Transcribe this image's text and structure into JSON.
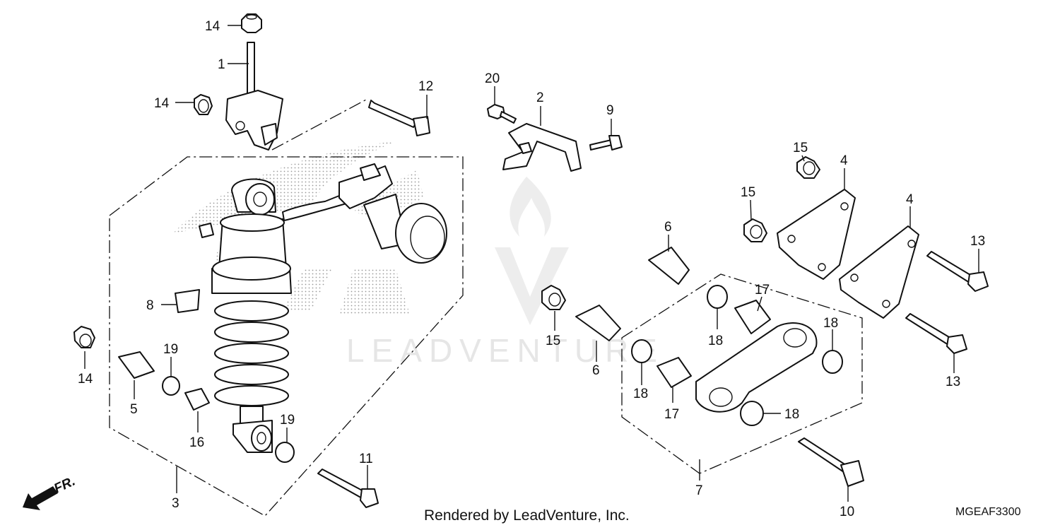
{
  "watermark": {
    "text": "LEADVENTURE"
  },
  "footer": {
    "credit": "Rendered by LeadVenture, Inc.",
    "code": "MGEAF3300"
  },
  "direction_label": "FR.",
  "callouts": [
    {
      "id": "c1",
      "label": "1"
    },
    {
      "id": "c2",
      "label": "2"
    },
    {
      "id": "c3",
      "label": "3"
    },
    {
      "id": "c4a",
      "label": "4"
    },
    {
      "id": "c4b",
      "label": "4"
    },
    {
      "id": "c5",
      "label": "5"
    },
    {
      "id": "c6a",
      "label": "6"
    },
    {
      "id": "c6b",
      "label": "6"
    },
    {
      "id": "c7",
      "label": "7"
    },
    {
      "id": "c8",
      "label": "8"
    },
    {
      "id": "c9",
      "label": "9"
    },
    {
      "id": "c10",
      "label": "10"
    },
    {
      "id": "c11",
      "label": "11"
    },
    {
      "id": "c12",
      "label": "12"
    },
    {
      "id": "c13a",
      "label": "13"
    },
    {
      "id": "c13b",
      "label": "13"
    },
    {
      "id": "c14a",
      "label": "14"
    },
    {
      "id": "c14b",
      "label": "14"
    },
    {
      "id": "c14c",
      "label": "14"
    },
    {
      "id": "c15a",
      "label": "15"
    },
    {
      "id": "c15b",
      "label": "15"
    },
    {
      "id": "c15c",
      "label": "15"
    },
    {
      "id": "c16",
      "label": "16"
    },
    {
      "id": "c17a",
      "label": "17"
    },
    {
      "id": "c17b",
      "label": "17"
    },
    {
      "id": "c18a",
      "label": "18"
    },
    {
      "id": "c18b",
      "label": "18"
    },
    {
      "id": "c18c",
      "label": "18"
    },
    {
      "id": "c18d",
      "label": "18"
    },
    {
      "id": "c19a",
      "label": "19"
    },
    {
      "id": "c19b",
      "label": "19"
    },
    {
      "id": "c20",
      "label": "20"
    }
  ]
}
